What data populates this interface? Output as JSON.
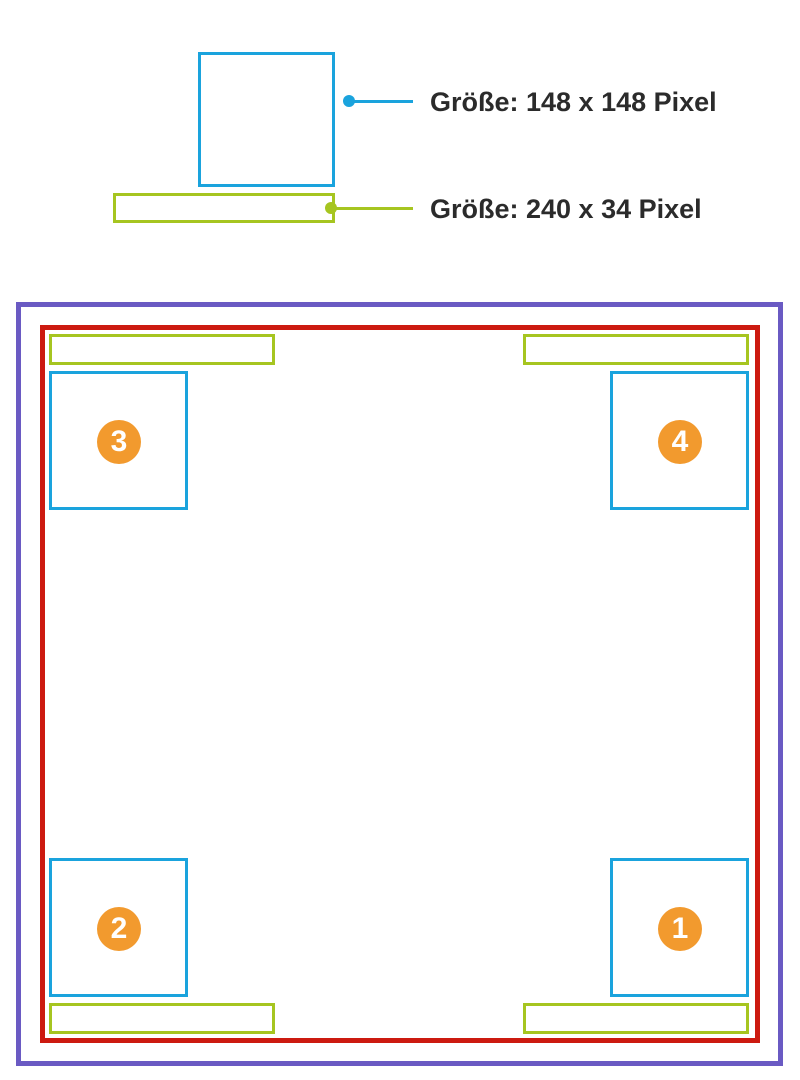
{
  "legend": {
    "square_label": "Größe: 148 x 148 Pixel",
    "bar_label": "Größe: 240 x 34 Pixel"
  },
  "positions": [
    {
      "number": "3"
    },
    {
      "number": "4"
    },
    {
      "number": "2"
    },
    {
      "number": "1"
    }
  ],
  "colors": {
    "square_outline": "#1aa3dd",
    "bar_outline": "#a6c520",
    "outer_frame": "#6a5ac3",
    "inner_frame": "#cc1a10",
    "badge": "#f29a2e",
    "text": "#2b2b2b"
  }
}
